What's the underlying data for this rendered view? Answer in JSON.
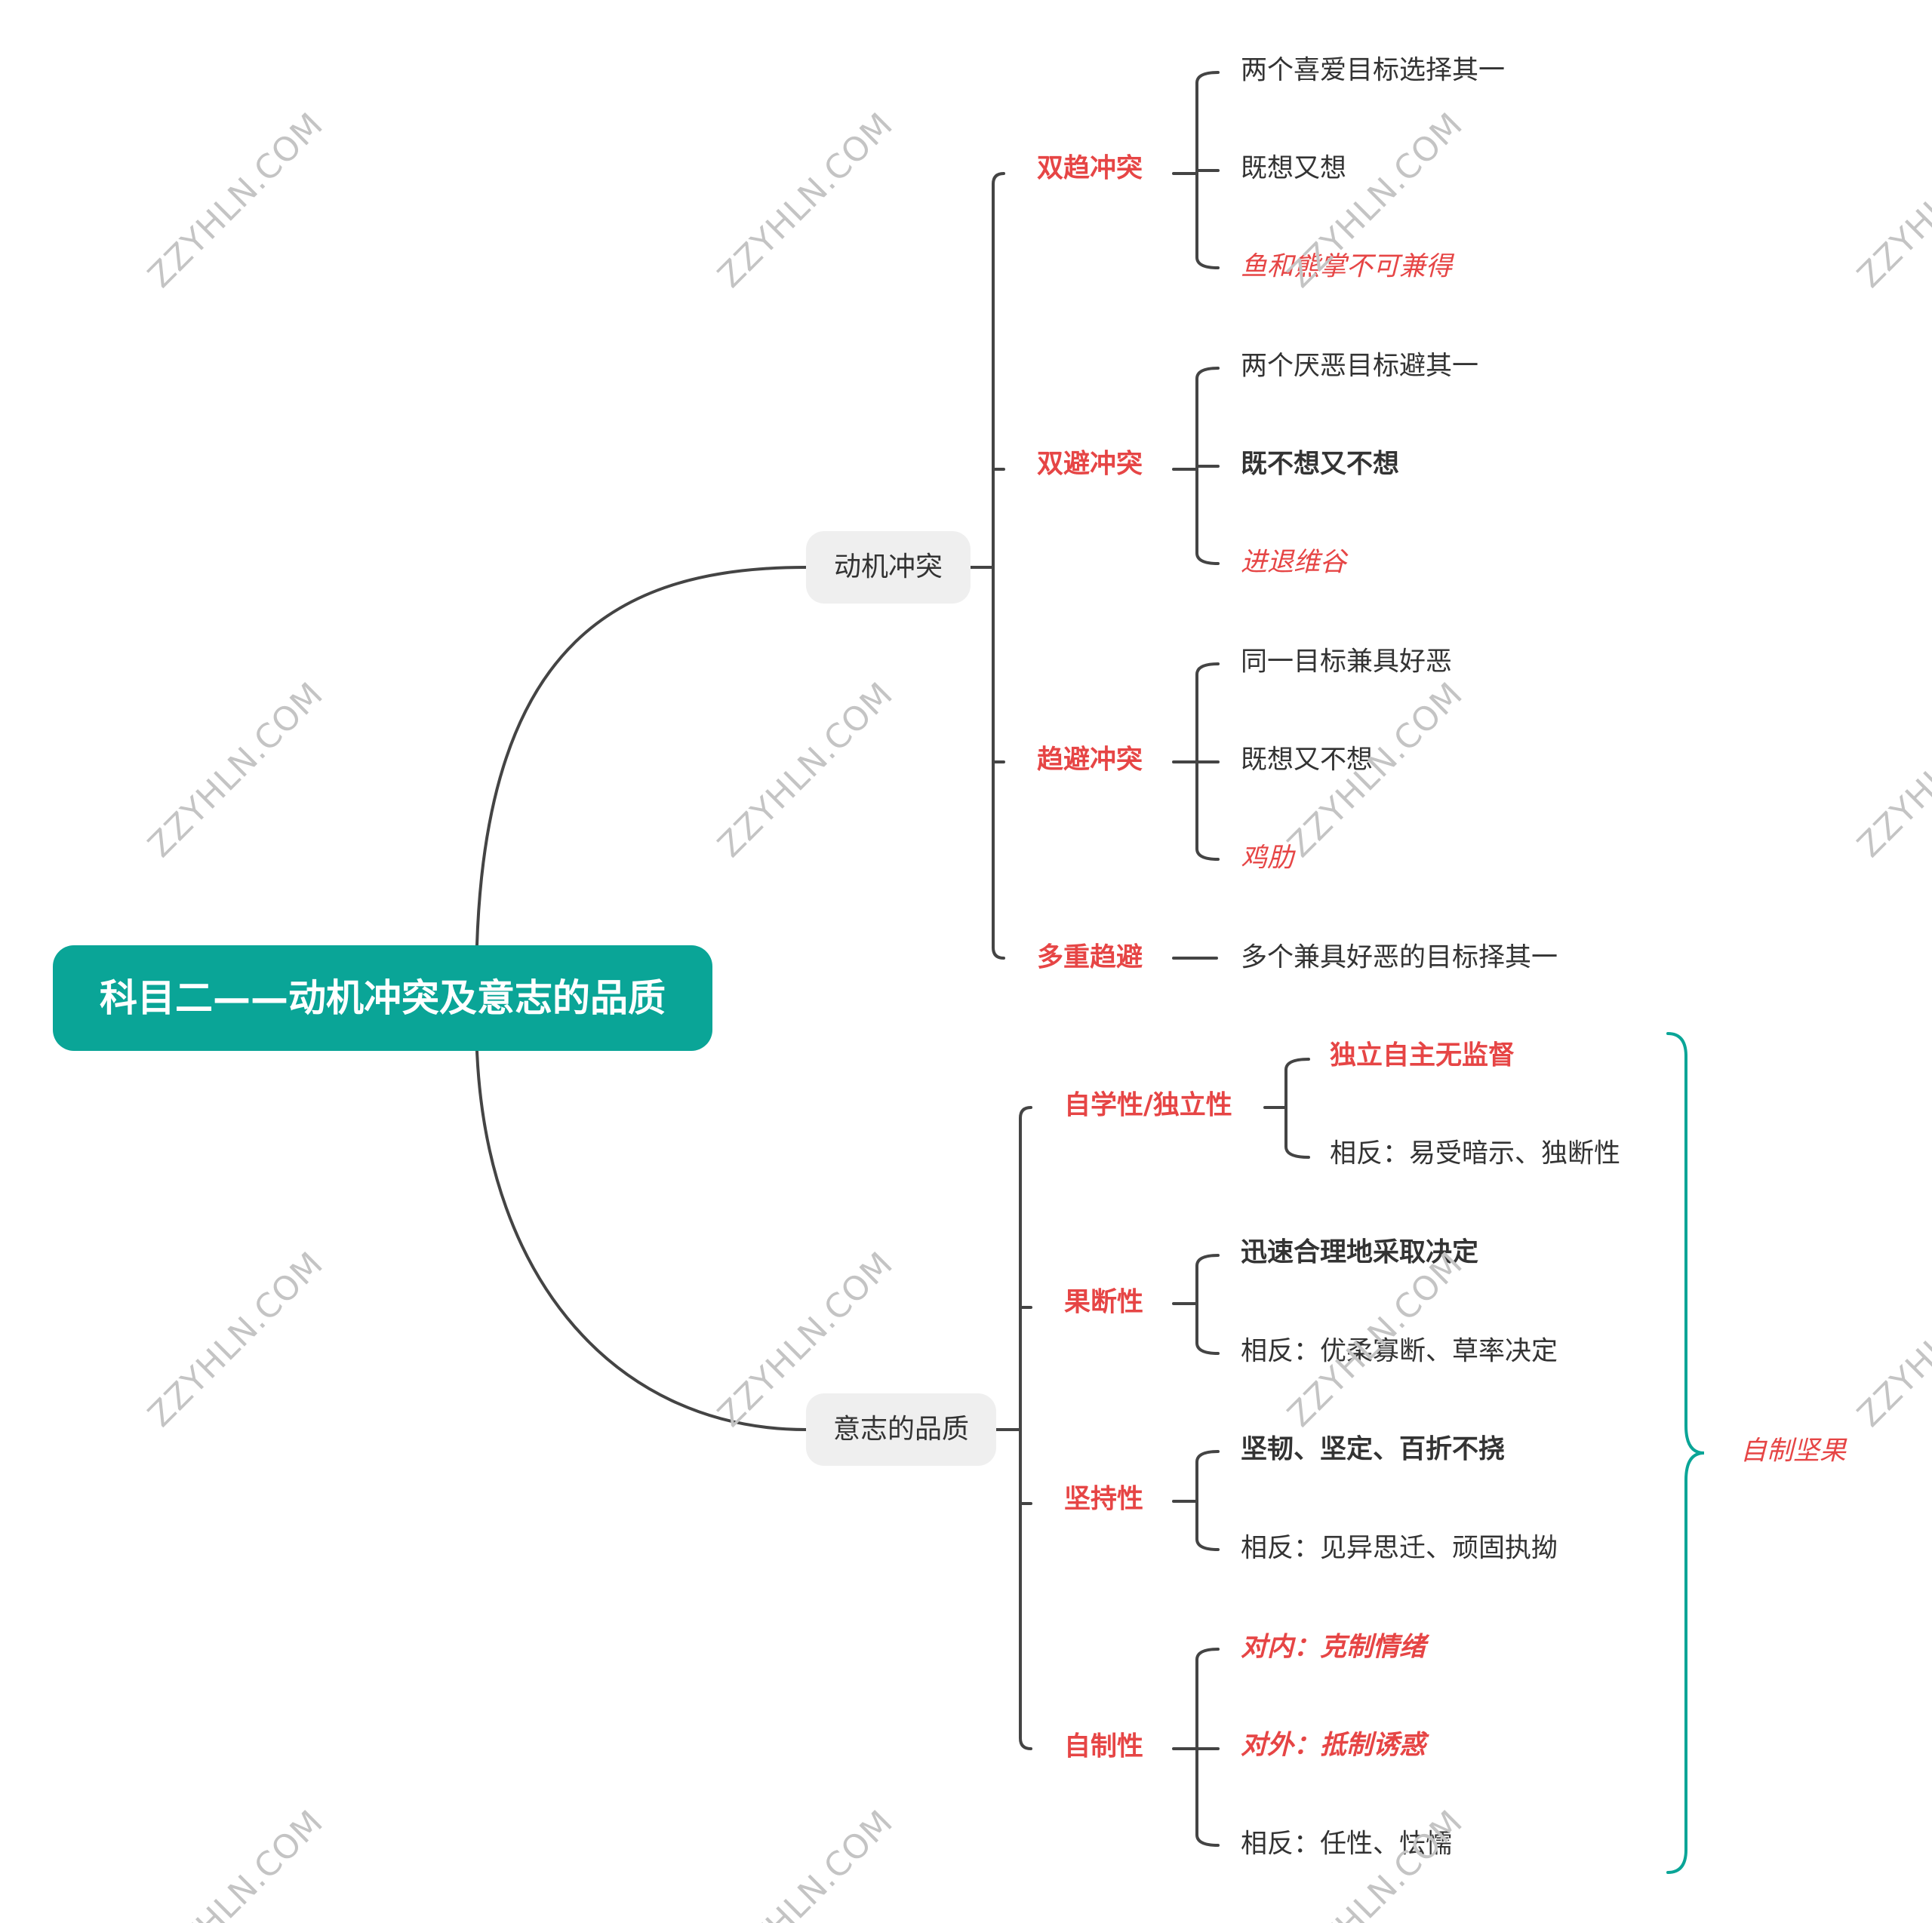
{
  "root": {
    "title": "科目二——动机冲突及意志的品质"
  },
  "branch_motivation": {
    "label": "动机冲突",
    "shuangqu": {
      "label": "双趋冲突",
      "items": [
        "两个喜爱目标选择其一",
        "既想又想",
        "鱼和熊掌不可兼得"
      ]
    },
    "shuangbi": {
      "label": "双避冲突",
      "items": [
        "两个厌恶目标避其一",
        "既不想又不想",
        "进退维谷"
      ]
    },
    "qubi": {
      "label": "趋避冲突",
      "items": [
        "同一目标兼具好恶",
        "既想又不想",
        "鸡肋"
      ]
    },
    "duochong": {
      "label": "多重趋避",
      "items": [
        "多个兼具好恶的目标择其一"
      ]
    }
  },
  "branch_will": {
    "label": "意志的品质",
    "zixue": {
      "label": "自学性/独立性",
      "items": [
        "独立自主无监督",
        "相反：易受暗示、独断性"
      ]
    },
    "guoduan": {
      "label": "果断性",
      "items": [
        "迅速合理地采取决定",
        "相反：优柔寡断、草率决定"
      ]
    },
    "jianchi": {
      "label": "坚持性",
      "items": [
        "坚韧、坚定、百折不挠",
        "相反：见异思迁、顽固执拗"
      ]
    },
    "zizhi": {
      "label": "自制性",
      "items": [
        "对内：克制情绪",
        "对外：抵制诱惑",
        "相反：任性、怯懦"
      ]
    }
  },
  "summary": {
    "label": "自制坚果"
  },
  "watermark": {
    "text": "ZZYHLN.COM"
  },
  "colors": {
    "root_bg": "#0aa597",
    "accent_red": "#e64545",
    "line": "#444444",
    "brace": "#0aa597",
    "pill_bg": "#efefef"
  }
}
